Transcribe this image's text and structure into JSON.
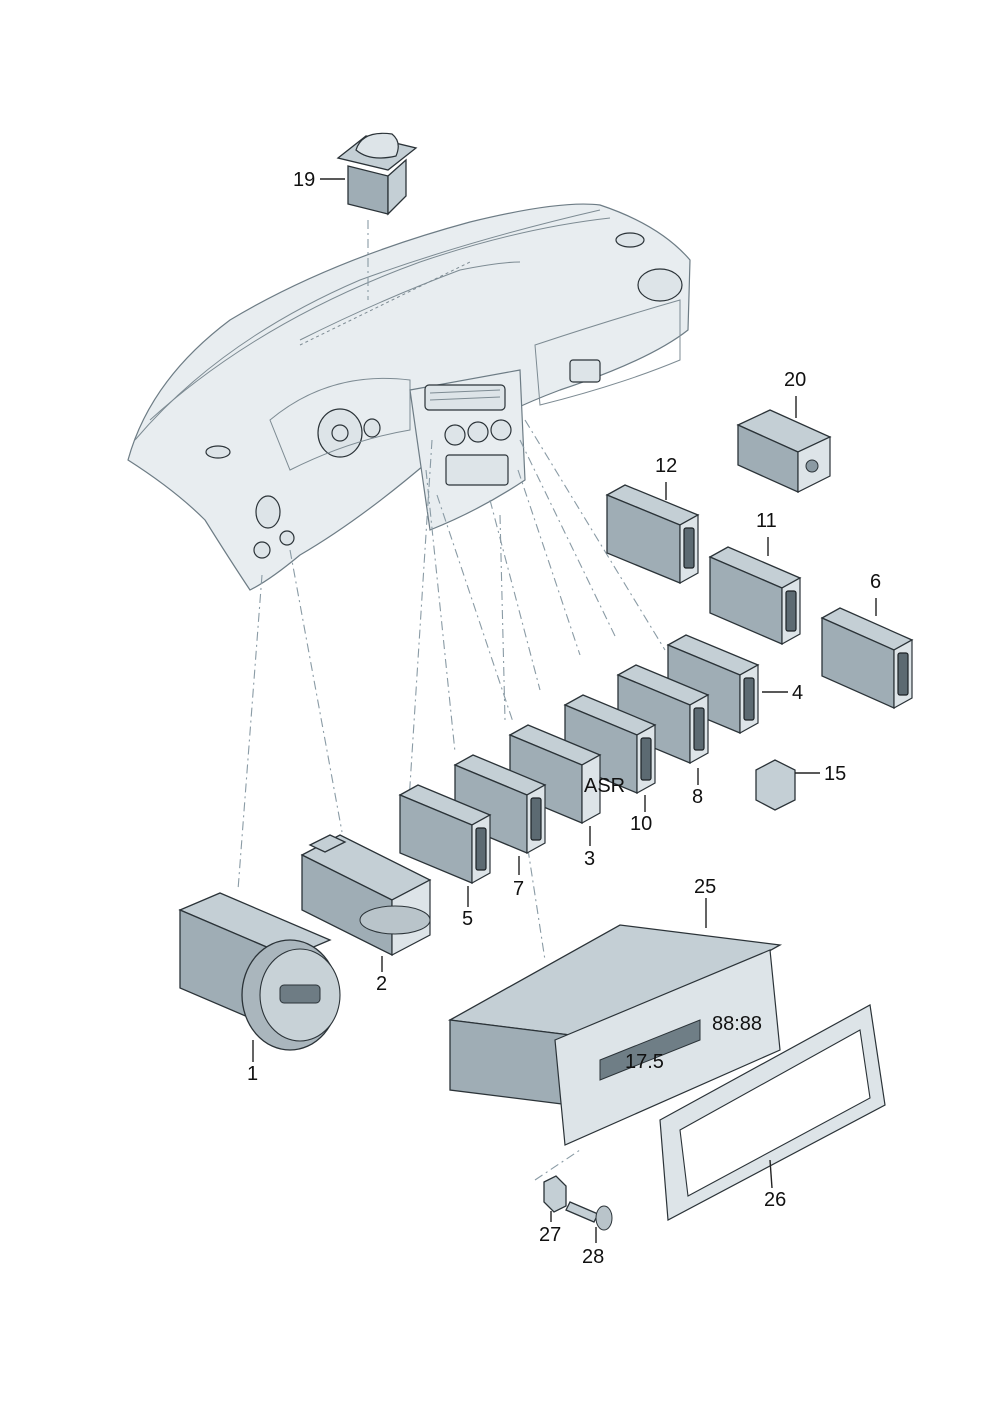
{
  "diagram": {
    "labels": {
      "p1": "1",
      "p2": "2",
      "p3": "3",
      "p4": "4",
      "p5": "5",
      "p6": "6",
      "p7": "7",
      "p8": "8",
      "p10": "10",
      "p11": "11",
      "p12": "12",
      "p15": "15",
      "p19": "19",
      "p20": "20",
      "p25": "25",
      "p26": "26",
      "p27": "27",
      "p28": "28"
    },
    "button_texts": {
      "asr": "ASR"
    },
    "climate_display": {
      "temp": "17.5",
      "digits": "88:88"
    },
    "colors": {
      "part": "#c4cfd5",
      "outline": "#2b3338",
      "leader": "#8a9ba5"
    }
  }
}
